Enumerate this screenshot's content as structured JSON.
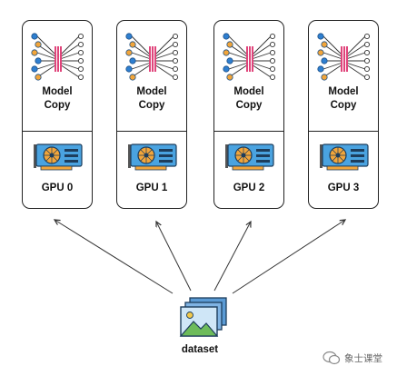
{
  "cards": [
    {
      "model_label": "Model\nCopy",
      "gpu_label": "GPU 0"
    },
    {
      "model_label": "Model\nCopy",
      "gpu_label": "GPU 1"
    },
    {
      "model_label": "Model\nCopy",
      "gpu_label": "GPU 2"
    },
    {
      "model_label": "Model\nCopy",
      "gpu_label": "GPU 3"
    }
  ],
  "dataset": {
    "label": "dataset"
  },
  "watermark": {
    "text": "象士课堂"
  },
  "icons": {
    "model": "neural-network-icon",
    "gpu": "graphics-card-icon",
    "dataset": "image-stack-icon"
  },
  "colors": {
    "border": "#222222",
    "arrow": "#333333",
    "node_blue": "#2f7fd0",
    "node_orange": "#f2a53a",
    "neuron_pink": "#e0457b",
    "gpu_body": "#4aa3e0",
    "gpu_fan": "#f2a53a"
  }
}
